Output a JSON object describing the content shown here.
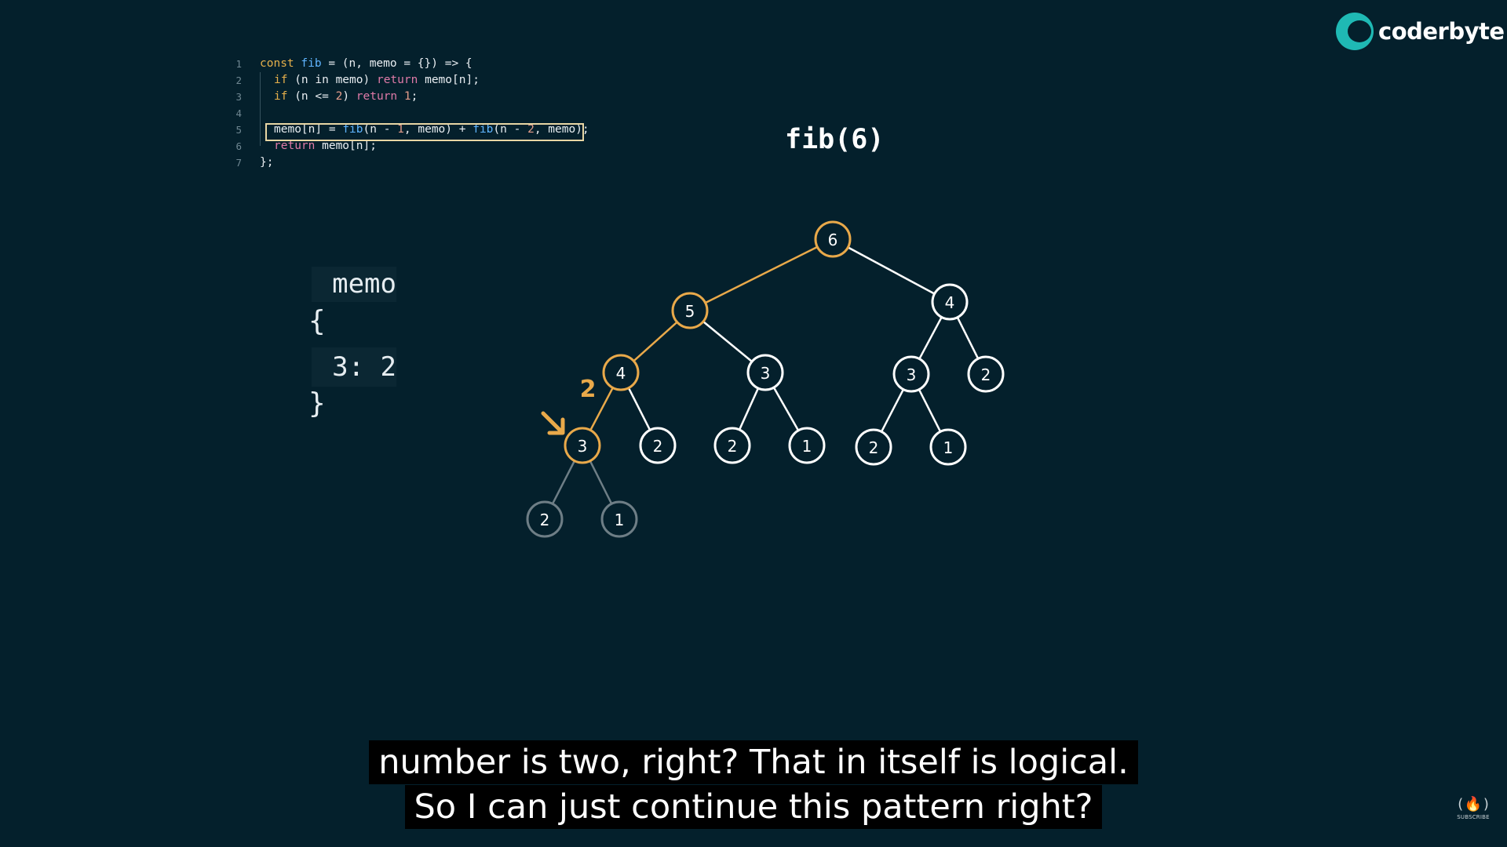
{
  "brand": {
    "name": "coderbyte",
    "accent": "#1fb9b4"
  },
  "code": {
    "lines": [
      {
        "num": "1",
        "parts": [
          [
            "kw",
            "const "
          ],
          [
            "fn",
            "fib"
          ],
          [
            "",
            " = (n, memo = {}) => {"
          ]
        ]
      },
      {
        "num": "2",
        "parts": [
          [
            "kw",
            "if"
          ],
          [
            "",
            " (n in memo) "
          ],
          [
            "kw2",
            "return"
          ],
          [
            "",
            " memo[n];"
          ]
        ]
      },
      {
        "num": "3",
        "parts": [
          [
            "kw",
            "if"
          ],
          [
            "",
            " (n <= "
          ],
          [
            "num",
            "2"
          ],
          [
            "",
            ") "
          ],
          [
            "kw2",
            "return"
          ],
          [
            "",
            " "
          ],
          [
            "num",
            "1"
          ],
          [
            "",
            ";"
          ]
        ]
      },
      {
        "num": "4",
        "parts": []
      },
      {
        "num": "5",
        "parts": [
          [
            "",
            "memo[n] = "
          ],
          [
            "fn",
            "fib"
          ],
          [
            "",
            "(n - "
          ],
          [
            "num",
            "1"
          ],
          [
            "",
            ", memo) + "
          ],
          [
            "fn",
            "fib"
          ],
          [
            "",
            "(n - "
          ],
          [
            "num",
            "2"
          ],
          [
            "",
            ", memo);"
          ]
        ]
      },
      {
        "num": "6",
        "parts": [
          [
            "kw2",
            "return"
          ],
          [
            "",
            " memo[n];"
          ]
        ]
      },
      {
        "num": "7",
        "parts": [
          [
            "",
            "};"
          ]
        ]
      }
    ],
    "highlighted_line": "5"
  },
  "title": "fib(6)",
  "memo": {
    "label": "memo",
    "open": "{",
    "entry": "3: 2",
    "close": "}"
  },
  "tree": {
    "return_value": "2",
    "colors": {
      "active": "#e9a94a",
      "default": "#ffffff",
      "faded": "#6e7e86"
    },
    "nodes": [
      {
        "id": "n6",
        "label": "6",
        "state": "active"
      },
      {
        "id": "n5",
        "label": "5",
        "state": "active"
      },
      {
        "id": "n4a",
        "label": "4",
        "state": "default"
      },
      {
        "id": "n4b",
        "label": "4",
        "state": "active"
      },
      {
        "id": "n3a",
        "label": "3",
        "state": "default"
      },
      {
        "id": "n3b",
        "label": "3",
        "state": "default"
      },
      {
        "id": "n2a",
        "label": "2",
        "state": "default"
      },
      {
        "id": "n3c",
        "label": "3",
        "state": "active"
      },
      {
        "id": "n2b",
        "label": "2",
        "state": "default"
      },
      {
        "id": "n2c",
        "label": "2",
        "state": "default"
      },
      {
        "id": "n1a",
        "label": "1",
        "state": "default"
      },
      {
        "id": "n2d",
        "label": "2",
        "state": "default"
      },
      {
        "id": "n1b",
        "label": "1",
        "state": "default"
      },
      {
        "id": "n2e",
        "label": "2",
        "state": "faded"
      },
      {
        "id": "n1c",
        "label": "1",
        "state": "faded"
      }
    ],
    "edges": [
      [
        "n6",
        "n5",
        "active"
      ],
      [
        "n6",
        "n4a",
        "default"
      ],
      [
        "n5",
        "n4b",
        "active"
      ],
      [
        "n5",
        "n3a",
        "default"
      ],
      [
        "n4a",
        "n3b",
        "default"
      ],
      [
        "n4a",
        "n2a",
        "default"
      ],
      [
        "n4b",
        "n3c",
        "active"
      ],
      [
        "n4b",
        "n2b",
        "default"
      ],
      [
        "n3a",
        "n2c",
        "default"
      ],
      [
        "n3a",
        "n1a",
        "default"
      ],
      [
        "n3b",
        "n2d",
        "default"
      ],
      [
        "n3b",
        "n1b",
        "default"
      ],
      [
        "n3c",
        "n2e",
        "faded"
      ],
      [
        "n3c",
        "n1c",
        "faded"
      ]
    ]
  },
  "caption": {
    "line1": "number is two, right? That in itself is logical.",
    "line2": "So I can just continue this pattern right?"
  },
  "channel_badge": {
    "glyph": "(🔥)",
    "label": "SUBSCRIBE"
  }
}
